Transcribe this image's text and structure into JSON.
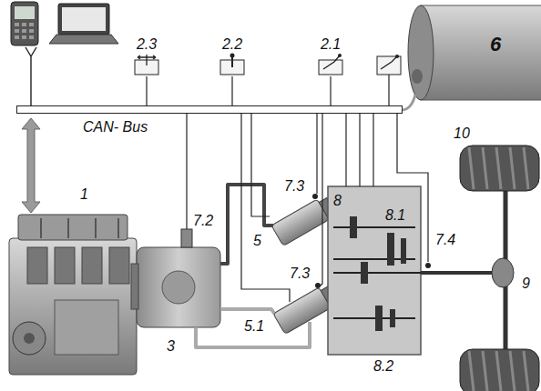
{
  "diagram": {
    "nodes": [
      {
        "text": [
          "2.3"
        ]
      },
      {
        "text": [
          "2.2"
        ]
      },
      {
        "text": [
          "2.1"
        ]
      },
      {
        "text": [
          "CAN- Bus"
        ]
      }
    ],
    "edges": [
      {
        "from": 0,
        "to": 3,
        "arrow": "none"
      },
      {
        "from": 1,
        "to": 3,
        "arrow": "none"
      },
      {
        "from": 2,
        "to": 3,
        "arrow": "none"
      }
    ],
    "labels": [
      "6",
      "1",
      "7.2",
      "3",
      "7.3",
      "5",
      "8",
      "8.1",
      "7.4",
      "10",
      "9",
      "5.1",
      "7.3",
      "8.2"
    ]
  }
}
